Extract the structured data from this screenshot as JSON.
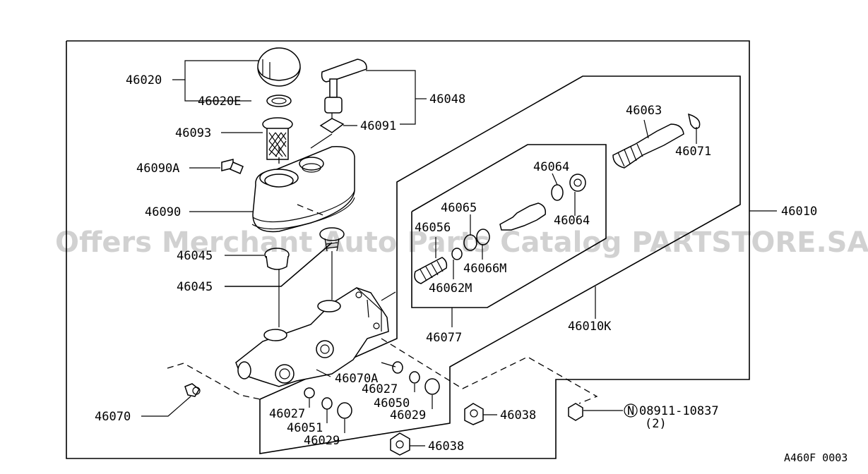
{
  "watermark": "Offers Merchant Auto Parts Catalog PARTSTORE.SA",
  "figure_code": "A460F 0003",
  "labels": {
    "p46020": "46020",
    "p46020E": "46020E",
    "p46093": "46093",
    "p46090A": "46090A",
    "p46090": "46090",
    "p46045a": "46045",
    "p46045b": "46045",
    "p46070": "46070",
    "p46048": "46048",
    "p46091": "46091",
    "p46063": "46063",
    "p46071": "46071",
    "p46064a": "46064",
    "p46064b": "46064",
    "p46065": "46065",
    "p46056": "46056",
    "p46066M": "46066M",
    "p46062M": "46062M",
    "p46077": "46077",
    "p46010": "46010",
    "p46010K": "46010K",
    "p46070A": "46070A",
    "p46027a": "46027",
    "p46050": "46050",
    "p46029a": "46029",
    "p46027b": "46027",
    "p46051": "46051",
    "p46029b": "46029",
    "p46038a": "46038",
    "p46038b": "46038",
    "bolt_n": "N",
    "bolt_code": "08911-10837",
    "bolt_qty": "(2)"
  }
}
